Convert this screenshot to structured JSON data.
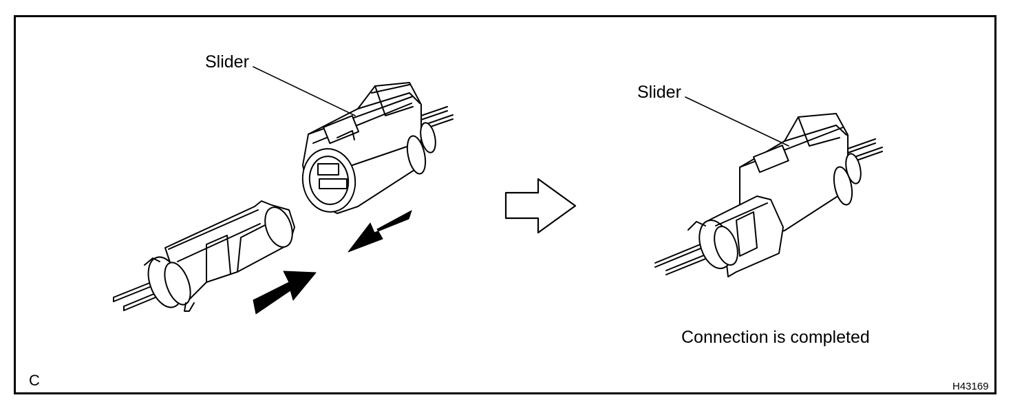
{
  "labels": {
    "slider_left": "Slider",
    "slider_right": "Slider",
    "caption": "Connection is completed",
    "corner_letter": "C",
    "figure_code": "H43169"
  },
  "icons": {
    "step_arrow": "hollow-right-arrow-icon",
    "push_arrows": [
      "solid-arrow-up-right-icon",
      "solid-arrow-down-left-icon"
    ]
  },
  "colors": {
    "line": "#000000",
    "background": "#ffffff"
  }
}
